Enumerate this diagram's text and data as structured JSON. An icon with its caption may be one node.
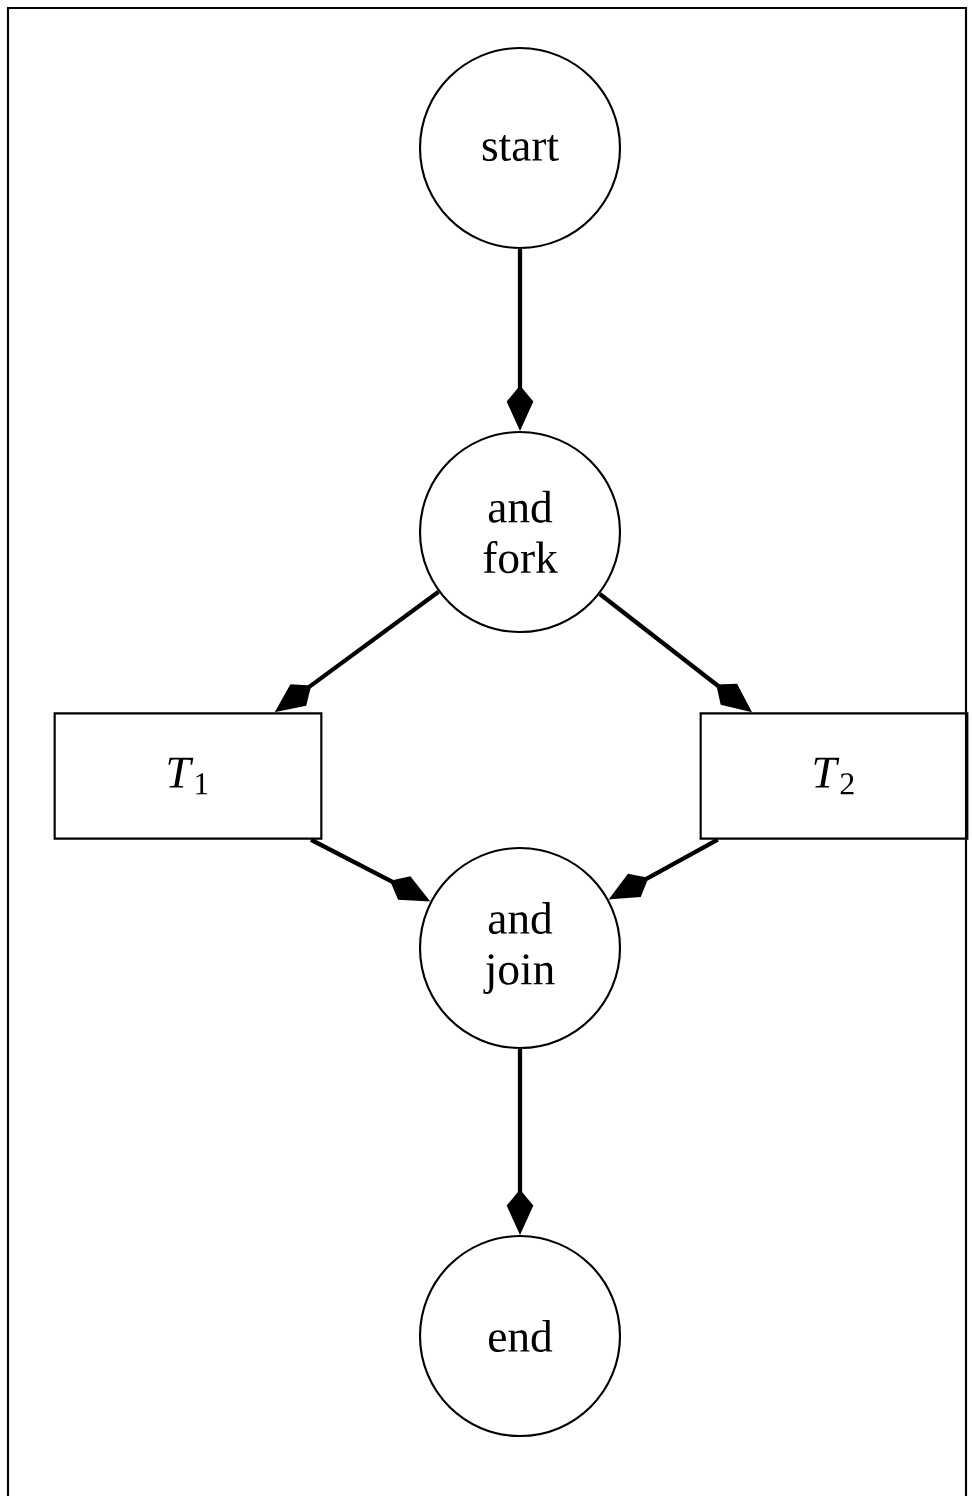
{
  "diagram": {
    "nodes": [
      {
        "text": [
          "start"
        ]
      },
      {
        "text": [
          "and fork"
        ]
      },
      {
        "text": [
          "*T*$_{1}$"
        ]
      },
      {
        "text": [
          "*T*$_{2}$"
        ]
      },
      {
        "text": [
          "and join"
        ]
      },
      {
        "text": [
          "end"
        ]
      }
    ],
    "edges": [
      {
        "from": 0,
        "to": 1,
        "arrow": "to"
      },
      {
        "from": 1,
        "to": 2,
        "arrow": "to"
      },
      {
        "from": 1,
        "to": 3,
        "arrow": "to"
      },
      {
        "from": 2,
        "to": 4,
        "arrow": "to"
      },
      {
        "from": 3,
        "to": 4,
        "arrow": "to"
      },
      {
        "from": 4,
        "to": 5,
        "arrow": "to"
      }
    ]
  }
}
